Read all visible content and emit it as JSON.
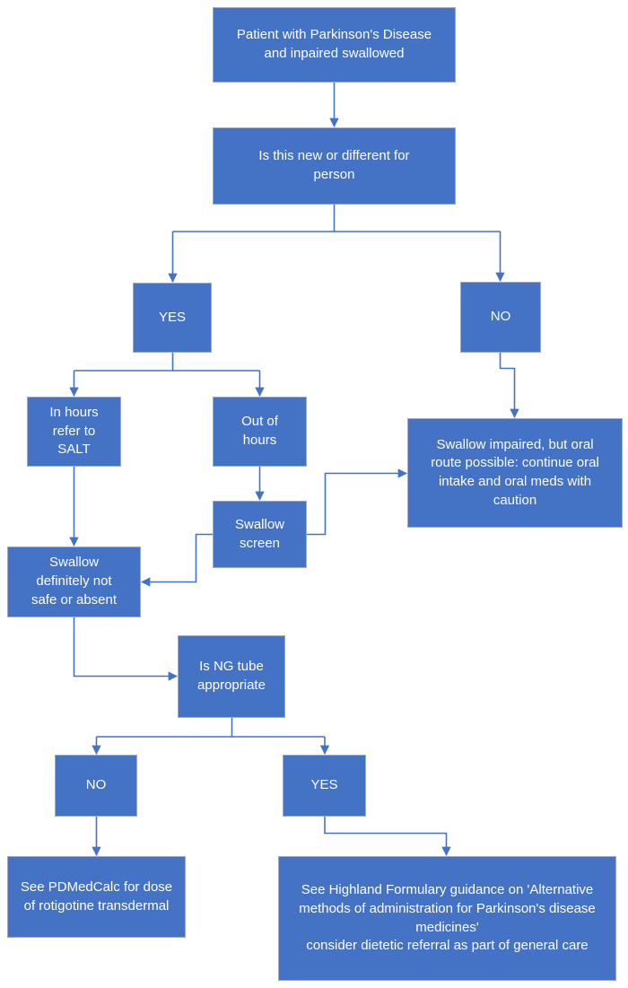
{
  "diagram": {
    "type": "flowchart",
    "colors": {
      "node_fill": "#4472C4",
      "node_border": "#9CA9C9",
      "connector": "#4472C4",
      "text": "#FFFFFF",
      "background": "#FFFFFF"
    },
    "nodes": {
      "start": {
        "label": "Patient with Parkinson's Disease\nand inpaired swallowed"
      },
      "new_or_different": {
        "label": "Is this new or different for\nperson"
      },
      "yes1": {
        "label": "YES"
      },
      "no1": {
        "label": "NO"
      },
      "in_hours": {
        "label": "In hours\nrefer to\nSALT"
      },
      "out_of_hours": {
        "label": "Out of\nhours"
      },
      "oral_route": {
        "label": "Swallow impaired, but oral\nroute possible: continue oral\nintake and oral meds with\ncaution"
      },
      "swallow_screen": {
        "label": "Swallow\nscreen"
      },
      "not_safe": {
        "label": "Swallow\ndefinitely not\nsafe or absent"
      },
      "ng_tube": {
        "label": "Is NG tube\nappropriate"
      },
      "no2": {
        "label": "NO"
      },
      "yes2": {
        "label": "YES"
      },
      "pdmedcalc": {
        "label": "See PDMedCalc for dose\nof rotigotine transdermal"
      },
      "highland": {
        "label": "See Highland Formulary guidance on 'Alternative\nmethods of administration for Parkinson's disease\nmedicines'\nconsider dietetic referral as part of general care"
      }
    },
    "edges": [
      {
        "from": "start",
        "to": "new_or_different"
      },
      {
        "from": "new_or_different",
        "to": "yes1"
      },
      {
        "from": "new_or_different",
        "to": "no1"
      },
      {
        "from": "yes1",
        "to": "in_hours"
      },
      {
        "from": "yes1",
        "to": "out_of_hours"
      },
      {
        "from": "no1",
        "to": "oral_route"
      },
      {
        "from": "out_of_hours",
        "to": "swallow_screen"
      },
      {
        "from": "swallow_screen",
        "to": "oral_route"
      },
      {
        "from": "swallow_screen",
        "to": "not_safe"
      },
      {
        "from": "in_hours",
        "to": "not_safe"
      },
      {
        "from": "not_safe",
        "to": "ng_tube"
      },
      {
        "from": "ng_tube",
        "to": "no2"
      },
      {
        "from": "ng_tube",
        "to": "yes2"
      },
      {
        "from": "no2",
        "to": "pdmedcalc"
      },
      {
        "from": "yes2",
        "to": "highland"
      }
    ]
  }
}
